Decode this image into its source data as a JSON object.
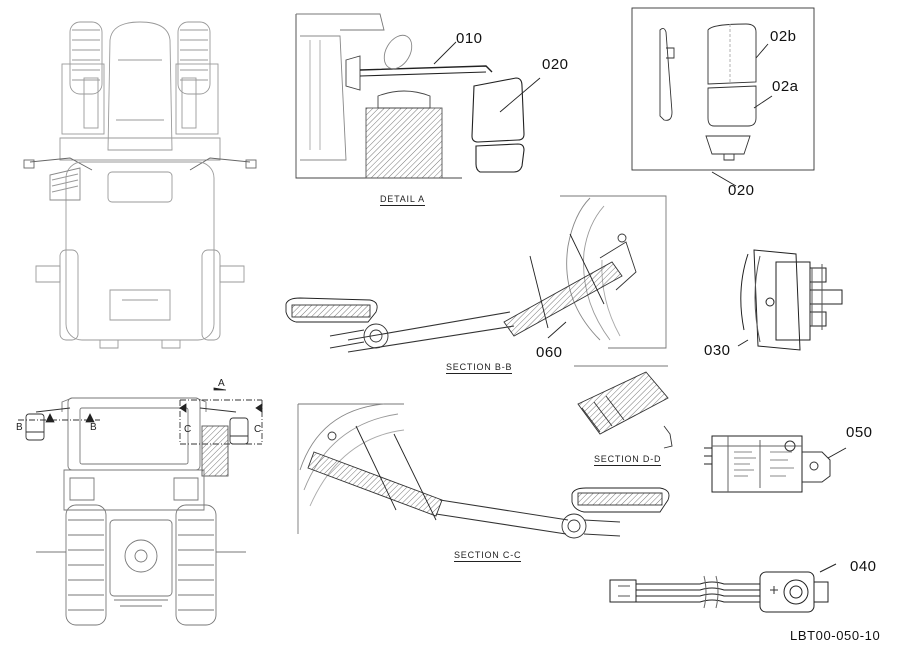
{
  "callouts": {
    "c010": "010",
    "c020_main": "020",
    "c02b": "02b",
    "c02a": "02a",
    "c020_box": "020",
    "c060": "060",
    "c030": "030",
    "c050": "050",
    "c040": "040"
  },
  "captions": {
    "detail_a": "DETAIL  A",
    "section_bb": "SECTION B-B",
    "section_cc": "SECTION C-C",
    "section_dd": "SECTION D-D"
  },
  "markers": {
    "a": "A",
    "b_left": "B",
    "b_right": "B",
    "c_left": "C",
    "c_right": "C"
  },
  "drawing_number": "LBT00-050-10"
}
